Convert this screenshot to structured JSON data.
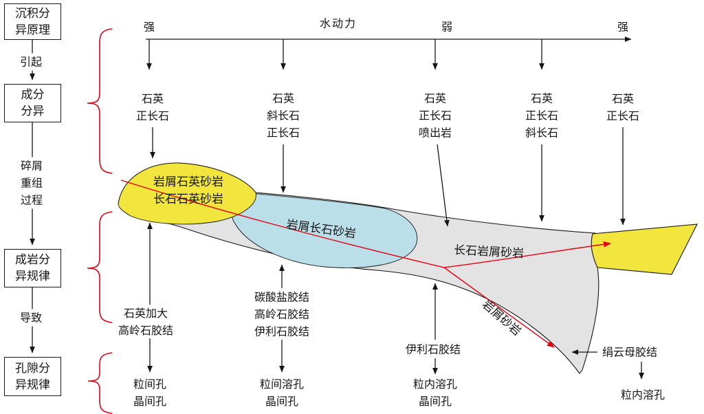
{
  "process_flow": {
    "principle_box": "沉积分\n异原理",
    "causes_label": "引起",
    "composition_box": "成分\n分异",
    "debris_label": "碎屑\n重组\n过程",
    "diagenesis_box": "成岩分\n异规律",
    "leads_label": "导致",
    "porosity_box": "孔隙分\n异规律"
  },
  "axis": {
    "left_strong": "强",
    "title": "水动力",
    "weak": "弱",
    "right_strong": "强"
  },
  "mineral_columns": [
    "石英\n正长石",
    "石英\n斜长石\n正长石",
    "石英\n正长石\n喷出岩",
    "石英\n正长石\n斜长石",
    "石英\n正长石"
  ],
  "rock_bodies": {
    "lithic_quartz_sandstone": "岩屑石英砂岩\n长石石英砂岩",
    "lithic_feldspar_sandstone": "岩屑长石砂岩",
    "feldspar_lithic_sandstone": "长石岩屑砂岩",
    "lithic_sandstone": "岩屑砂岩"
  },
  "cements": [
    "石英加大\n高岭石胶结",
    "碳酸盐胶结\n高岭石胶结\n伊利石胶结",
    "伊利石胶结",
    "绢云母胶结"
  ],
  "pores": [
    "粒间孔\n晶间孔",
    "粒间溶孔\n晶间孔",
    "粒内溶孔\n晶间孔",
    "粒内溶孔"
  ],
  "colors": {
    "yellow": "#f2e63e",
    "blue": "#badfe9",
    "gray": "#e3e3e3",
    "red": "#e60012",
    "line": "#151515"
  }
}
